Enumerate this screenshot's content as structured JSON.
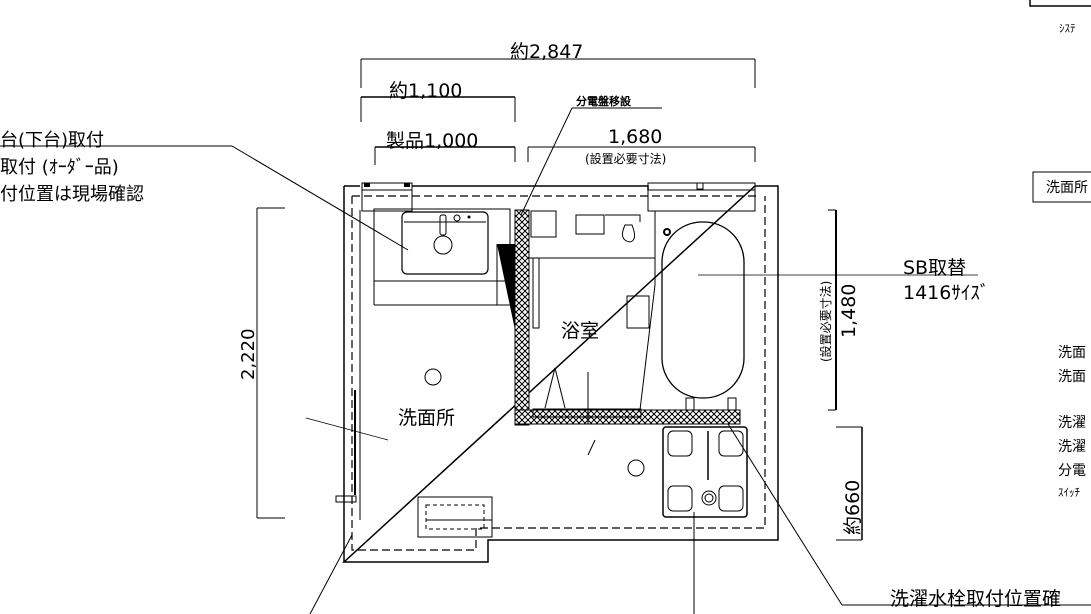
{
  "drawing": {
    "type": "floor-plan",
    "dimensions": {
      "overall_width": "約2,847",
      "vanity_zone": "約1,100",
      "vanity_product": "製品1,000",
      "bath_width": "1,680",
      "bath_width_note": "(設置必要寸法)",
      "washroom_depth": "2,220",
      "bath_depth": "1,480",
      "bath_depth_note": "(設置必要寸法)",
      "washer_depth": "約660"
    },
    "rooms": {
      "bathroom": "浴室",
      "washroom": "洗面所"
    },
    "annotations": {
      "vanity_line1": "台(下台)取付",
      "vanity_line2": "取付 (ｵｰﾀﾞｰ品)",
      "vanity_line3": "付位置は現場確認",
      "panel_relocation": "分電盤移設",
      "bath_replace_line1": "SB取替",
      "bath_replace_line2": "1416ｻｲｽﾞ",
      "washer_faucet": "洗濯水栓取付位置確"
    },
    "right_panel": {
      "top_label": "ｼｽﾃ",
      "section_label": "洗面所",
      "items": [
        "洗面",
        "洗面",
        "洗濯",
        "洗濯",
        "分電",
        "ｽｲｯﾁ"
      ]
    }
  }
}
